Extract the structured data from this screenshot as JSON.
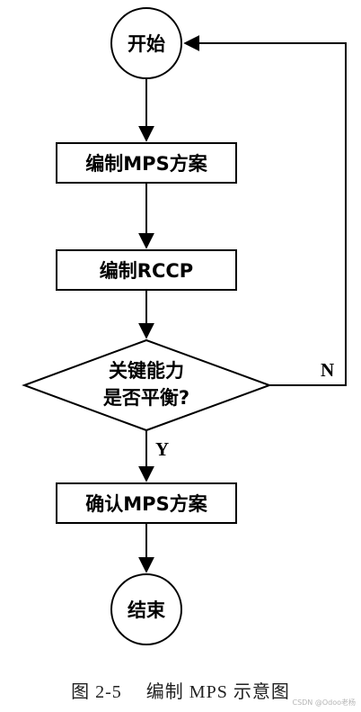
{
  "nodes": {
    "start": "开始",
    "step1": "编制MPS方案",
    "step2": "编制RCCP",
    "decision_line1": "关键能力",
    "decision_line2": "是否平衡?",
    "step3": "确认MPS方案",
    "end": "结束"
  },
  "edges": {
    "yes_label": "Y",
    "no_label": "N"
  },
  "caption": "图 2-5　 编制 MPS 示意图",
  "watermark": "CSDN @Odoo老杨"
}
